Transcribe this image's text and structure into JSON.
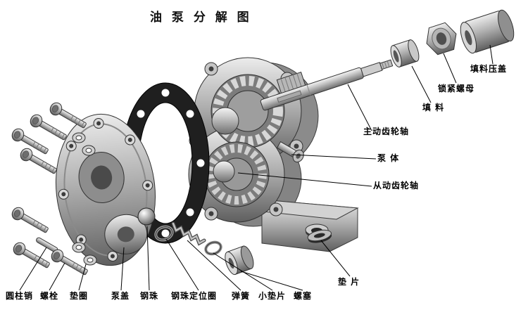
{
  "title": "油 泵 分 解 图",
  "parts": {
    "packing_gland": "填料压盖",
    "lock_nut": "锁紧螺母",
    "packing": "填 料",
    "driving_gear_shaft": "主动齿轮轴",
    "pump_body": "泵 体",
    "driven_gear_shaft": "从动齿轮轴",
    "base_gasket": "垫 片",
    "cylindrical_pin": "圆柱销",
    "bolt": "螺栓",
    "washer": "垫圈",
    "pump_cover": "泵盖",
    "steel_ball": "钢珠",
    "ball_retainer_ring": "钢珠定位圈",
    "spring": "弹簧",
    "small_gasket": "小垫片",
    "screw_plug": "螺塞"
  },
  "colors": {
    "background": "#ffffff",
    "text": "#000000",
    "leader_line": "#000000",
    "metal_light": "#e8e8e8",
    "metal_mid": "#9a9a9a",
    "metal_dark": "#555555",
    "gasket": "#1f1f1f"
  }
}
